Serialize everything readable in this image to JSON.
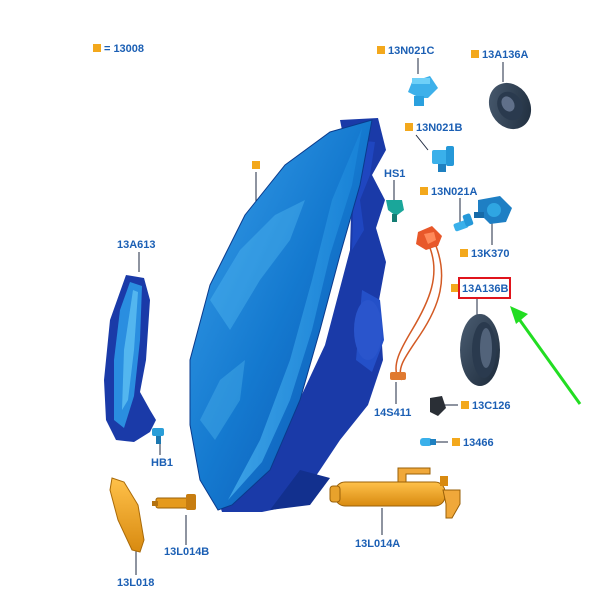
{
  "legend": {
    "symbol_meaning": "=",
    "code": "13008"
  },
  "parts": {
    "p13N021C": "13N021C",
    "p13A136A": "13A136A",
    "p13N021B": "13N021B",
    "pHS1": "HS1",
    "p13N021A": "13N021A",
    "p13K370": "13K370",
    "p13A613": "13A613",
    "p13A136B": "13A136B",
    "p14S411": "14S411",
    "p13C126": "13C126",
    "p13466": "13466",
    "pHB1": "HB1",
    "p13L014B": "13L014B",
    "p13L014A": "13L014A",
    "p13L018": "13L018"
  },
  "highlighted_part": "13A136B",
  "colors": {
    "label_blue": "#1b5fb4",
    "marker_orange": "#f3a81c",
    "highlight_red": "#e0141c",
    "arrow_green": "#22dd22"
  }
}
